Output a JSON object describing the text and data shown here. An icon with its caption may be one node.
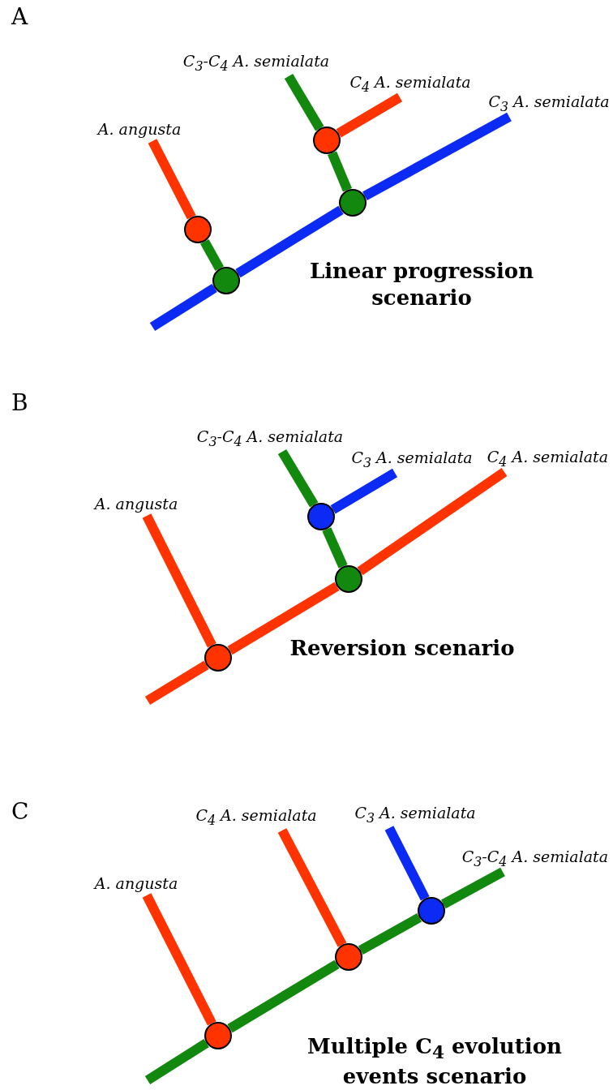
{
  "diagram": {
    "nodes": [
      {
        "text": [
          "A. angusta"
        ]
      },
      {
        "text": [
          "C$_{3}$-C$_{4}$ A. semialata"
        ]
      },
      {
        "text": [
          "C$_{4}$ A. semialata"
        ]
      },
      {
        "text": [
          "C$_{3}$ A. semialata"
        ]
      },
      {
        "text": [],
        "shape": "circle"
      },
      {
        "text": [],
        "shape": "circle"
      },
      {
        "text": [],
        "shape": "circle"
      },
      {
        "text": [],
        "shape": "circle"
      },
      {
        "text": [
          "A. angusta"
        ]
      },
      {
        "text": [
          "C$_{3}$-C$_{4}$ A. semialata"
        ]
      },
      {
        "text": [
          "C$_{3}$ A. semialata"
        ]
      },
      {
        "text": [
          "C$_{4}$ A. semialata"
        ]
      },
      {
        "text": [],
        "shape": "circle"
      },
      {
        "text": [],
        "shape": "circle"
      },
      {
        "text": [],
        "shape": "circle"
      },
      {
        "text": [
          "A. angusta"
        ]
      },
      {
        "text": [
          "C$_{4}$ A. semialata"
        ]
      },
      {
        "text": [
          "C$_{3}$ A. semialata"
        ]
      },
      {
        "text": [
          "C$_{3}$-C$_{4}$ A. semialata"
        ]
      },
      {
        "text": [],
        "shape": "circle"
      },
      {
        "text": [],
        "shape": "circle"
      },
      {
        "text": [],
        "shape": "circle"
      }
    ],
    "edges": [
      {
        "from": 4,
        "to": 0,
        "arrow": "none",
        "color": "#ff3300"
      },
      {
        "from": 5,
        "to": 4,
        "arrow": "none",
        "color": "#13880f"
      },
      {
        "from": null,
        "to": 5,
        "arrow": "none",
        "color": "#0b2bf5"
      },
      {
        "from": 5,
        "to": 7,
        "arrow": "none",
        "color": "#0b2bf5"
      },
      {
        "from": 7,
        "to": 3,
        "arrow": "none",
        "color": "#0b2bf5"
      },
      {
        "from": 7,
        "to": 6,
        "arrow": "none",
        "color": "#13880f"
      },
      {
        "from": 6,
        "to": 1,
        "arrow": "none",
        "color": "#13880f"
      },
      {
        "from": 6,
        "to": 2,
        "arrow": "none",
        "color": "#ff3300"
      },
      {
        "from": null,
        "to": 12,
        "arrow": "none",
        "color": "#ff3300"
      },
      {
        "from": 12,
        "to": 8,
        "arrow": "none",
        "color": "#ff3300"
      },
      {
        "from": 12,
        "to": 13,
        "arrow": "none",
        "color": "#ff3300"
      },
      {
        "from": 13,
        "to": 11,
        "arrow": "none",
        "color": "#ff3300"
      },
      {
        "from": 13,
        "to": 14,
        "arrow": "none",
        "color": "#13880f"
      },
      {
        "from": 14,
        "to": 9,
        "arrow": "none",
        "color": "#13880f"
      },
      {
        "from": 14,
        "to": 10,
        "arrow": "none",
        "color": "#0b2bf5"
      },
      {
        "from": null,
        "to": 19,
        "arrow": "none",
        "color": "#13880f"
      },
      {
        "from": 19,
        "to": 15,
        "arrow": "none",
        "color": "#ff3300"
      },
      {
        "from": 19,
        "to": 20,
        "arrow": "none",
        "color": "#13880f"
      },
      {
        "from": 20,
        "to": 16,
        "arrow": "none",
        "color": "#ff3300"
      },
      {
        "from": 20,
        "to": 21,
        "arrow": "none",
        "color": "#13880f"
      },
      {
        "from": 21,
        "to": 17,
        "arrow": "none",
        "color": "#0b2bf5"
      },
      {
        "from": 21,
        "to": 18,
        "arrow": "none",
        "color": "#13880f"
      }
    ],
    "labels": [
      "A",
      "Linear progression scenario",
      "B",
      "Reversion scenario",
      "C",
      "Multiple C$_{4}$ evolution events scenario"
    ]
  }
}
